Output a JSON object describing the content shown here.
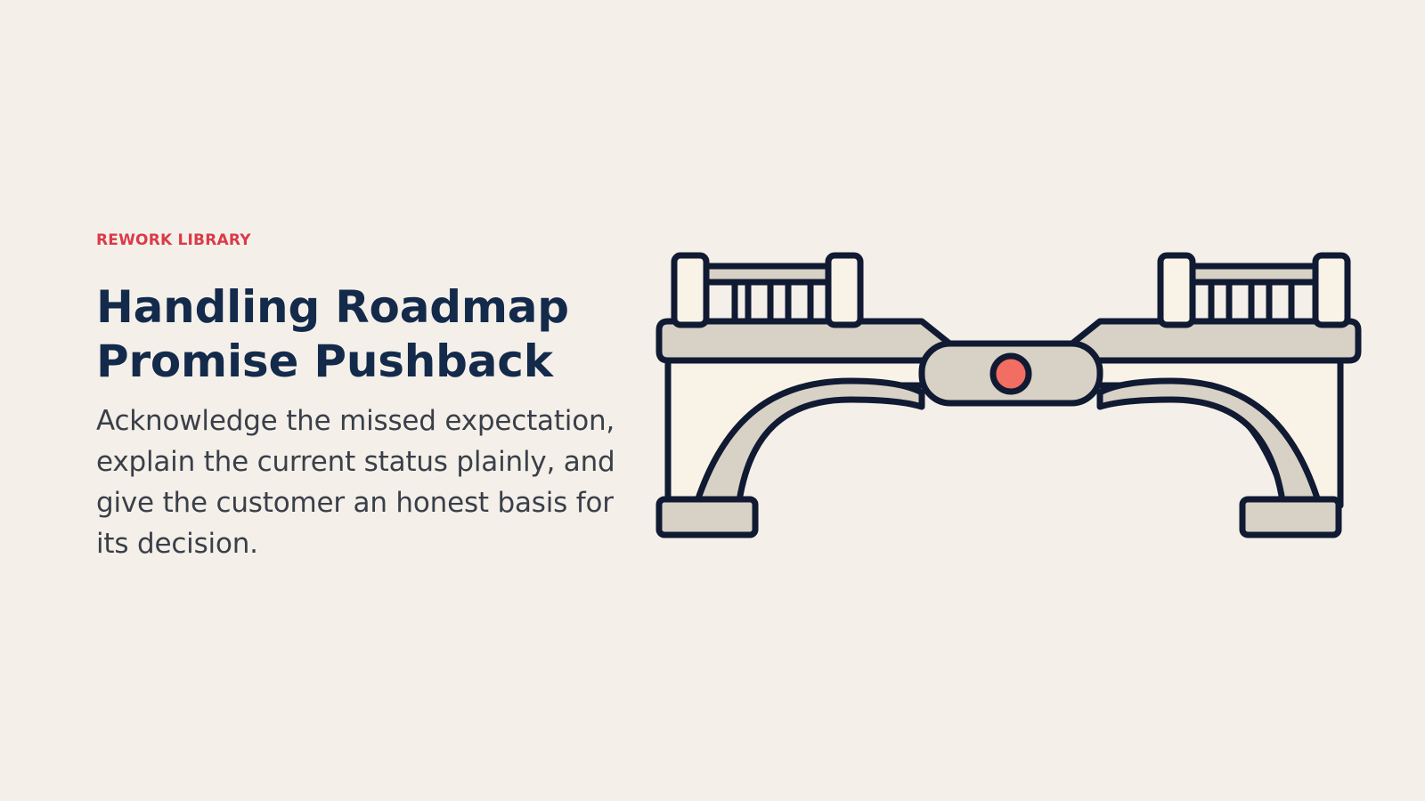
{
  "hero": {
    "eyebrow": "REWORK LIBRARY",
    "title_line_1": "Handling Roadmap",
    "title_line_2": "Promise Pushback",
    "description": "Acknowledge the missed expectation, explain the current status plainly, and give the customer an honest basis for its decision."
  },
  "illustration": {
    "icon": "bridge-icon",
    "colors": {
      "outline": "#101a32",
      "deck": "#d8d1c6",
      "arch_fill": "#f8f3e6",
      "accent": "#f26d62"
    }
  }
}
